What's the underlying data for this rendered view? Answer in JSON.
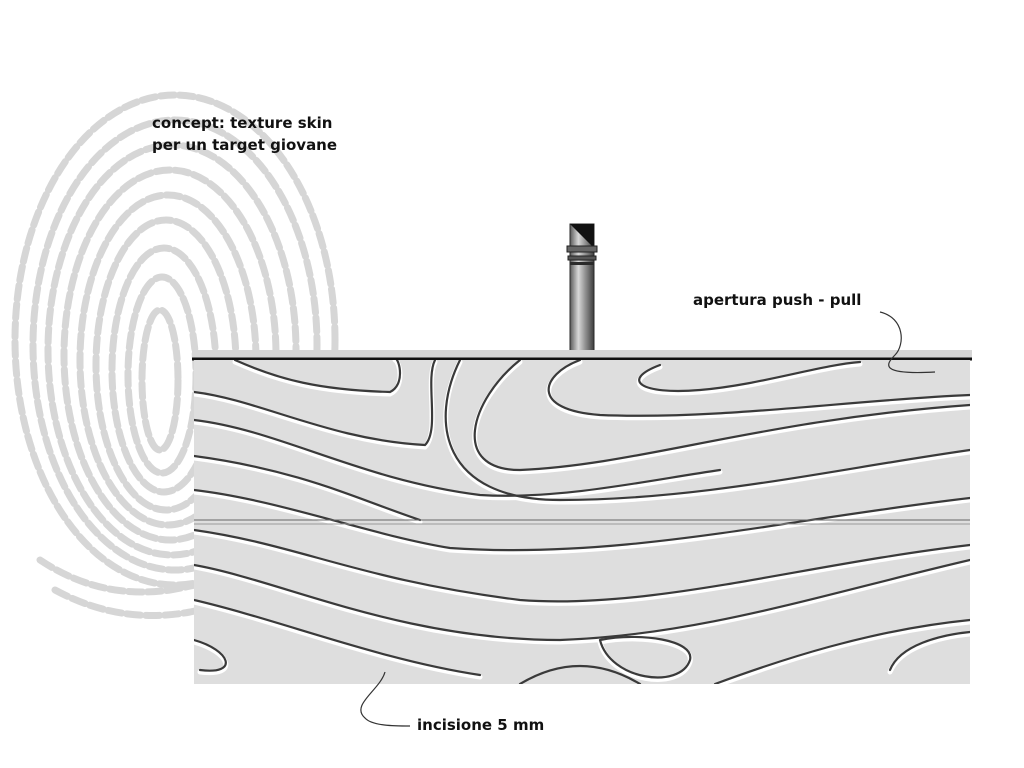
{
  "concept": {
    "line1": "concept: texture skin",
    "line2": "per un target giovane"
  },
  "annotations": {
    "opening": "apertura push - pull",
    "engraving": "incisione 5 mm"
  },
  "icons": {
    "fingerprint": "fingerprint-icon",
    "valve": "push-pull-valve-icon"
  },
  "colors": {
    "panel": "#dedede",
    "groove": "#3a3a3a",
    "fingerprint": "#c8c8c8",
    "ink": "#111111"
  }
}
